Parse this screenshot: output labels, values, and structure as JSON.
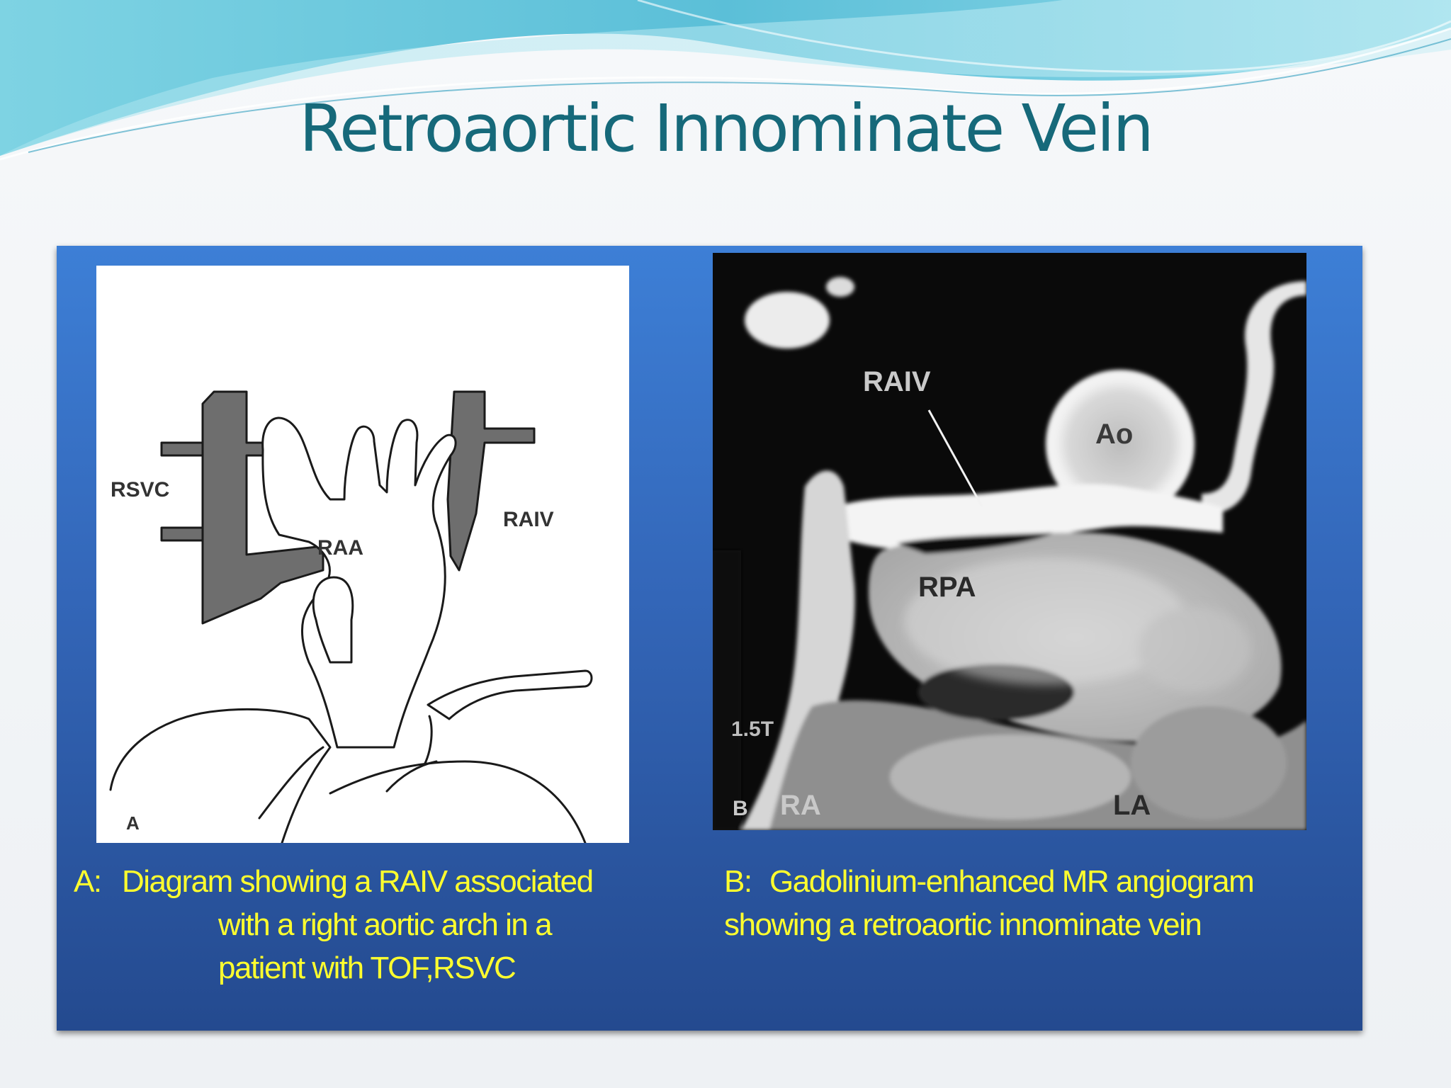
{
  "slide": {
    "title": "Retroaortic Innominate Vein"
  },
  "panel_a": {
    "labels": {
      "rsvc": "RSVC",
      "raa": "RAA",
      "raiv": "RAIV",
      "letter": "A"
    },
    "caption": {
      "prefix": "A:",
      "line1": "Diagram showing a RAIV associated",
      "line2": "with a right aortic arch in a",
      "line3": "patient with TOF,RSVC"
    }
  },
  "panel_b": {
    "labels": {
      "raiv": "RAIV",
      "ao": "Ao",
      "rpa": "RPA",
      "ra": "RA",
      "la": "LA",
      "letter": "B",
      "scale": "1.5T"
    },
    "caption": {
      "prefix": "B:",
      "line1": "Gadolinium-enhanced MR angiogram",
      "line2": "showing a retroaortic innominate vein"
    }
  },
  "colors": {
    "title": "#16697a",
    "box_top": "#3d7fd6",
    "box_bottom": "#244a8f",
    "caption": "#ffff2e",
    "vein_gray": "#6e6e6e"
  }
}
